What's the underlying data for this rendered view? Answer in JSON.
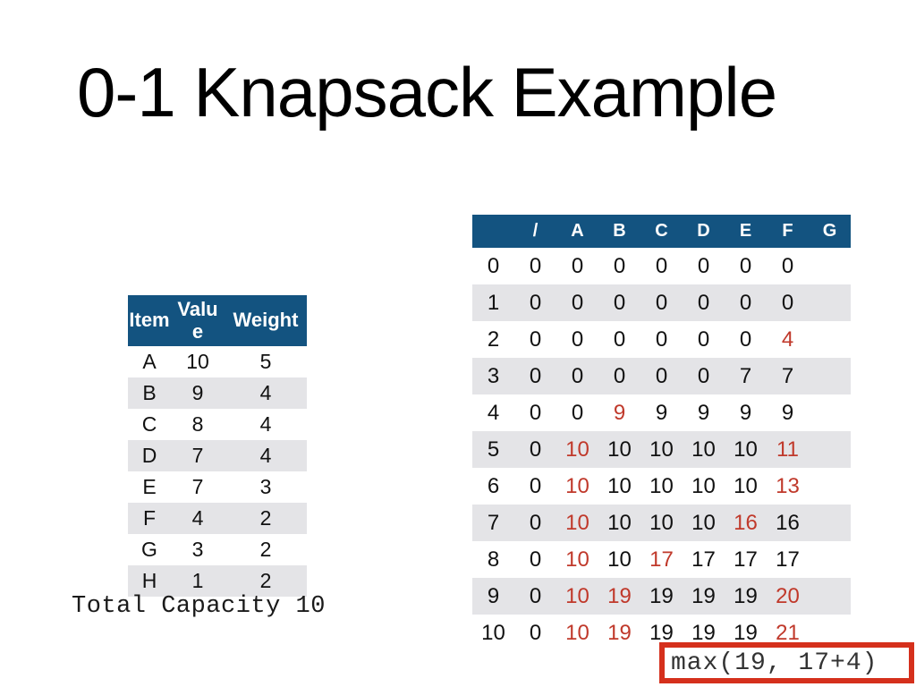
{
  "slide": {
    "title": "0-1 Knapsack Example"
  },
  "items_table": {
    "headers": {
      "item": "Item",
      "value": "Value",
      "weight": "Weight"
    },
    "rows": [
      {
        "item": "A",
        "value": "10",
        "weight": "5"
      },
      {
        "item": "B",
        "value": "9",
        "weight": "4"
      },
      {
        "item": "C",
        "value": "8",
        "weight": "4"
      },
      {
        "item": "D",
        "value": "7",
        "weight": "4"
      },
      {
        "item": "E",
        "value": "7",
        "weight": "3"
      },
      {
        "item": "F",
        "value": "4",
        "weight": "2"
      },
      {
        "item": "G",
        "value": "3",
        "weight": "2"
      },
      {
        "item": "H",
        "value": "1",
        "weight": "2"
      }
    ]
  },
  "capacity_note": "Total Capacity 10",
  "dp_table": {
    "corner_label": "",
    "col_headers": [
      "/",
      "A",
      "B",
      "C",
      "D",
      "E",
      "F",
      "G"
    ],
    "rows": [
      {
        "label": "0",
        "cells": [
          "0",
          "0",
          "0",
          "0",
          "0",
          "0",
          "0",
          ""
        ],
        "red": []
      },
      {
        "label": "1",
        "cells": [
          "0",
          "0",
          "0",
          "0",
          "0",
          "0",
          "0",
          ""
        ],
        "red": []
      },
      {
        "label": "2",
        "cells": [
          "0",
          "0",
          "0",
          "0",
          "0",
          "0",
          "4",
          ""
        ],
        "red": [
          6
        ]
      },
      {
        "label": "3",
        "cells": [
          "0",
          "0",
          "0",
          "0",
          "0",
          "7",
          "7",
          ""
        ],
        "red": []
      },
      {
        "label": "4",
        "cells": [
          "0",
          "0",
          "9",
          "9",
          "9",
          "9",
          "9",
          ""
        ],
        "red": [
          2
        ]
      },
      {
        "label": "5",
        "cells": [
          "0",
          "10",
          "10",
          "10",
          "10",
          "10",
          "11",
          ""
        ],
        "red": [
          1,
          6
        ]
      },
      {
        "label": "6",
        "cells": [
          "0",
          "10",
          "10",
          "10",
          "10",
          "10",
          "13",
          ""
        ],
        "red": [
          1,
          6
        ]
      },
      {
        "label": "7",
        "cells": [
          "0",
          "10",
          "10",
          "10",
          "10",
          "16",
          "16",
          ""
        ],
        "red": [
          1,
          5
        ]
      },
      {
        "label": "8",
        "cells": [
          "0",
          "10",
          "10",
          "17",
          "17",
          "17",
          "17",
          ""
        ],
        "red": [
          1,
          3
        ]
      },
      {
        "label": "9",
        "cells": [
          "0",
          "10",
          "19",
          "19",
          "19",
          "19",
          "20",
          ""
        ],
        "red": [
          1,
          2,
          6
        ]
      },
      {
        "label": "10",
        "cells": [
          "0",
          "10",
          "19",
          "19",
          "19",
          "19",
          "21",
          ""
        ],
        "red": [
          1,
          2,
          6
        ]
      }
    ]
  },
  "annotation": {
    "formula": "max(19, 17+4)"
  },
  "colors": {
    "header_bg": "#135380",
    "row_alt": "#E4E4E7",
    "highlight": "#C0392B",
    "box_border": "#D5301C",
    "title_text": "#000000"
  }
}
